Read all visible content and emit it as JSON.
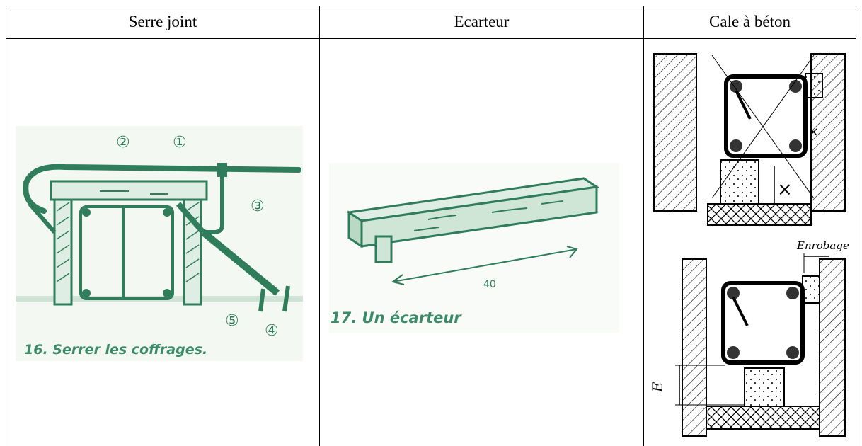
{
  "headers": [
    "Serre joint",
    "Ecarteur",
    "Cale à béton"
  ],
  "figure1": {
    "caption": "16. Serrer les coffrages.",
    "callouts": [
      "①",
      "②",
      "③",
      "④",
      "⑤"
    ]
  },
  "figure2": {
    "caption": "17. Un écarteur",
    "dimension": "40"
  },
  "figure3": {
    "label_enrobage": "Enrobage",
    "label_e": "E",
    "mark_x": "×"
  },
  "colors": {
    "sketch_green": "#2f7d5a",
    "sketch_fill": "#dfeee4",
    "caption_green": "#3d8a6a"
  }
}
